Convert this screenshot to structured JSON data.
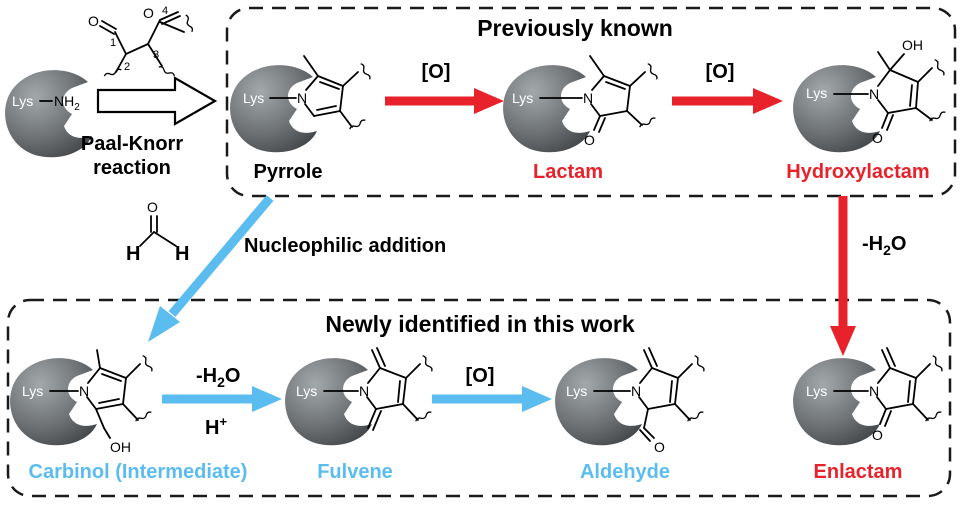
{
  "colors": {
    "red": "#e8222a",
    "blue": "#5bbcf0",
    "black": "#1a1a1a",
    "protein": "#6e7275"
  },
  "boxes": {
    "known_title": "Previously known",
    "new_title": "Newly identified in this work"
  },
  "protein_label": "Lys",
  "reactant": {
    "amine": "NH",
    "amine_sub": "2",
    "carbon_numbers": [
      "1",
      "2",
      "3",
      "4"
    ],
    "oxygen": "O"
  },
  "reaction": {
    "line1": "Paal-Knorr",
    "line2": "reaction"
  },
  "formaldehyde": {
    "o": "O",
    "h1": "H",
    "h2": "H"
  },
  "arrows": {
    "ox1": "[O]",
    "ox2": "[O]",
    "ox3": "[O]",
    "nucleophilic": "Nucleophilic addition",
    "dehyd_right_pre": "-H",
    "dehyd_right_sub": "2",
    "dehyd_right_post": "O",
    "dehyd_bottom_pre": "-H",
    "dehyd_bottom_sub": "2",
    "dehyd_bottom_post": "O",
    "acid_h": "H",
    "acid_plus": "+"
  },
  "compounds": {
    "pyrrole": "Pyrrole",
    "lactam": "Lactam",
    "hydroxylactam": "Hydroxylactam",
    "carbinol": "Carbinol (Intermediate)",
    "fulvene": "Fulvene",
    "aldehyde": "Aldehyde",
    "enlactam": "Enlactam"
  },
  "atoms": {
    "n": "N",
    "o": "O",
    "oh": "OH"
  }
}
